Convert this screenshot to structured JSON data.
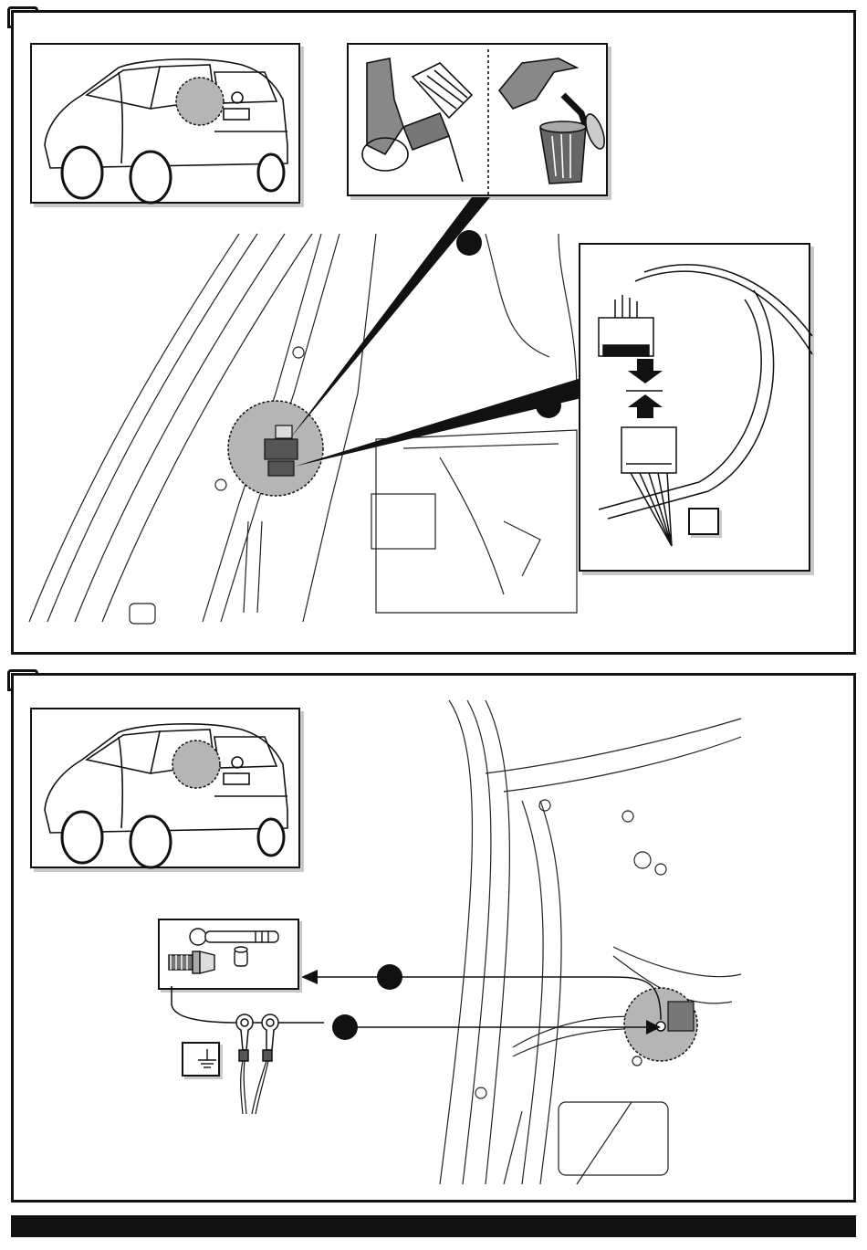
{
  "steps": [
    {
      "panel": "step-1",
      "callouts": [
        "connector-cap-removal",
        "connector-mating"
      ]
    },
    {
      "panel": "step-2",
      "callouts": [
        "bolt-and-tool",
        "ground-ring-terminals"
      ]
    }
  ],
  "icons": {
    "vehicle": "car-rear-icon",
    "trash": "trash-can-icon",
    "ratchet": "ratchet-icon",
    "socket": "socket-icon",
    "bolt": "bolt-icon",
    "ground": "ground-symbol-icon",
    "ring_terminal": "ring-terminal-icon"
  },
  "colors": {
    "line": "#111111",
    "highlight": "#b5b5b5",
    "shadow": "#c8c8c8"
  }
}
